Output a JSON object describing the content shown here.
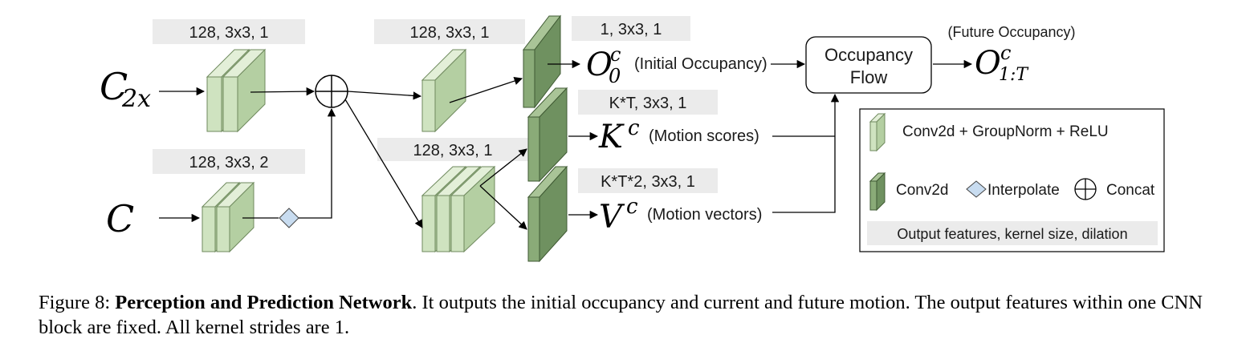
{
  "diagram": {
    "param_labels": {
      "c2x_conv": "128, 3x3, 1",
      "c_conv": "128, 3x3, 2",
      "mid_conv": "128, 3x3, 1",
      "occ_conv": "1, 3x3, 1",
      "branch_conv": "128, 3x3, 1",
      "k_conv": "K*T, 3x3, 1",
      "v_conv": "K*T*2, 3x3, 1"
    },
    "inputs": {
      "c2x_main": "C",
      "c2x_sub": "2x",
      "c_main": "C"
    },
    "outputs": {
      "o_main": "O",
      "o_sup": "c",
      "o_sub": "0",
      "o_desc": "(Initial Occupancy)",
      "k_main": "K",
      "k_sup": "c",
      "k_desc": "(Motion scores)",
      "v_main": "V",
      "v_sup": "c",
      "v_desc": "(Motion vectors)",
      "flow_line1": "Occupancy",
      "flow_line2": "Flow",
      "future_desc": "(Future Occupancy)",
      "f_main": "O",
      "f_sup": "c",
      "f_sub": "1:T"
    },
    "legend": {
      "conv_gn_relu": "Conv2d + GroupNorm + ReLU",
      "conv2d": "Conv2d",
      "interpolate": "Interpolate",
      "concat": "Concat",
      "param_note": "Output features, kernel size, dilation"
    },
    "colors": {
      "light_block": "#cfe3c0",
      "light_block_side": "#b4cfa2",
      "dark_block": "#8aab78",
      "dark_block_side": "#5f8050",
      "param_bg": "#ebebeb",
      "interpolate": "#c8dcf0"
    }
  },
  "caption": {
    "prefix": "Figure 8: ",
    "bold": "Perception and Prediction Network",
    "rest": ". It outputs the initial occupancy and current and future motion. The output features within one CNN block are fixed. All kernel strides are 1."
  }
}
